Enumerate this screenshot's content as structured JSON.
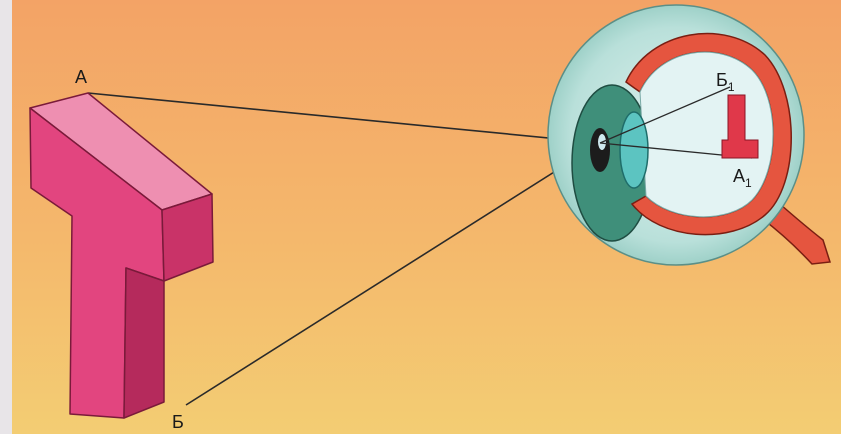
{
  "labels": {
    "point_a": "А",
    "point_b": "Б",
    "image_b_main": "Б",
    "image_b_sub": "1",
    "image_a_main": "А",
    "image_a_sub": "1"
  },
  "colors": {
    "object_front": "#e2457f",
    "object_top": "#ee89ad",
    "object_side": "#b52a5c",
    "eye_outer": "#a9d7cf",
    "eye_wall": "#e5553f",
    "retina_image": "#e0384a",
    "iris": "#3f8f7a",
    "lens": "#5cc4c1",
    "background_top": "#f2a366",
    "background_bottom": "#f6c96e"
  }
}
